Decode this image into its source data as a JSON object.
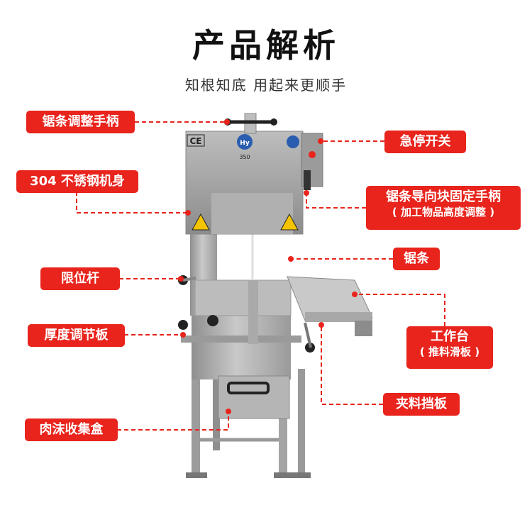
{
  "header": {
    "title": "产品解析",
    "subtitle": "知根知底  用起来更顺手"
  },
  "labels": {
    "saw_adjust_handle": "锯条调整手柄",
    "body_304": "304 不锈钢机身",
    "limit_rod": "限位杆",
    "thickness_board": "厚度调节板",
    "collection_box": "肉沫收集盒",
    "emergency_stop": "急停开关",
    "guide_handle": "锯条导向块固定手柄",
    "guide_handle_sub": "( 加工物品高度调整 )",
    "saw_blade": "锯条",
    "worktable": "工作台",
    "worktable_sub": "( 推料滑板 )",
    "clamp_plate": "夹料挡板"
  },
  "machine": {
    "ce_mark": "CE",
    "logo": "Hy",
    "model": "350"
  },
  "colors": {
    "accent": "#e8241c",
    "steel": "#a8a8a8"
  }
}
